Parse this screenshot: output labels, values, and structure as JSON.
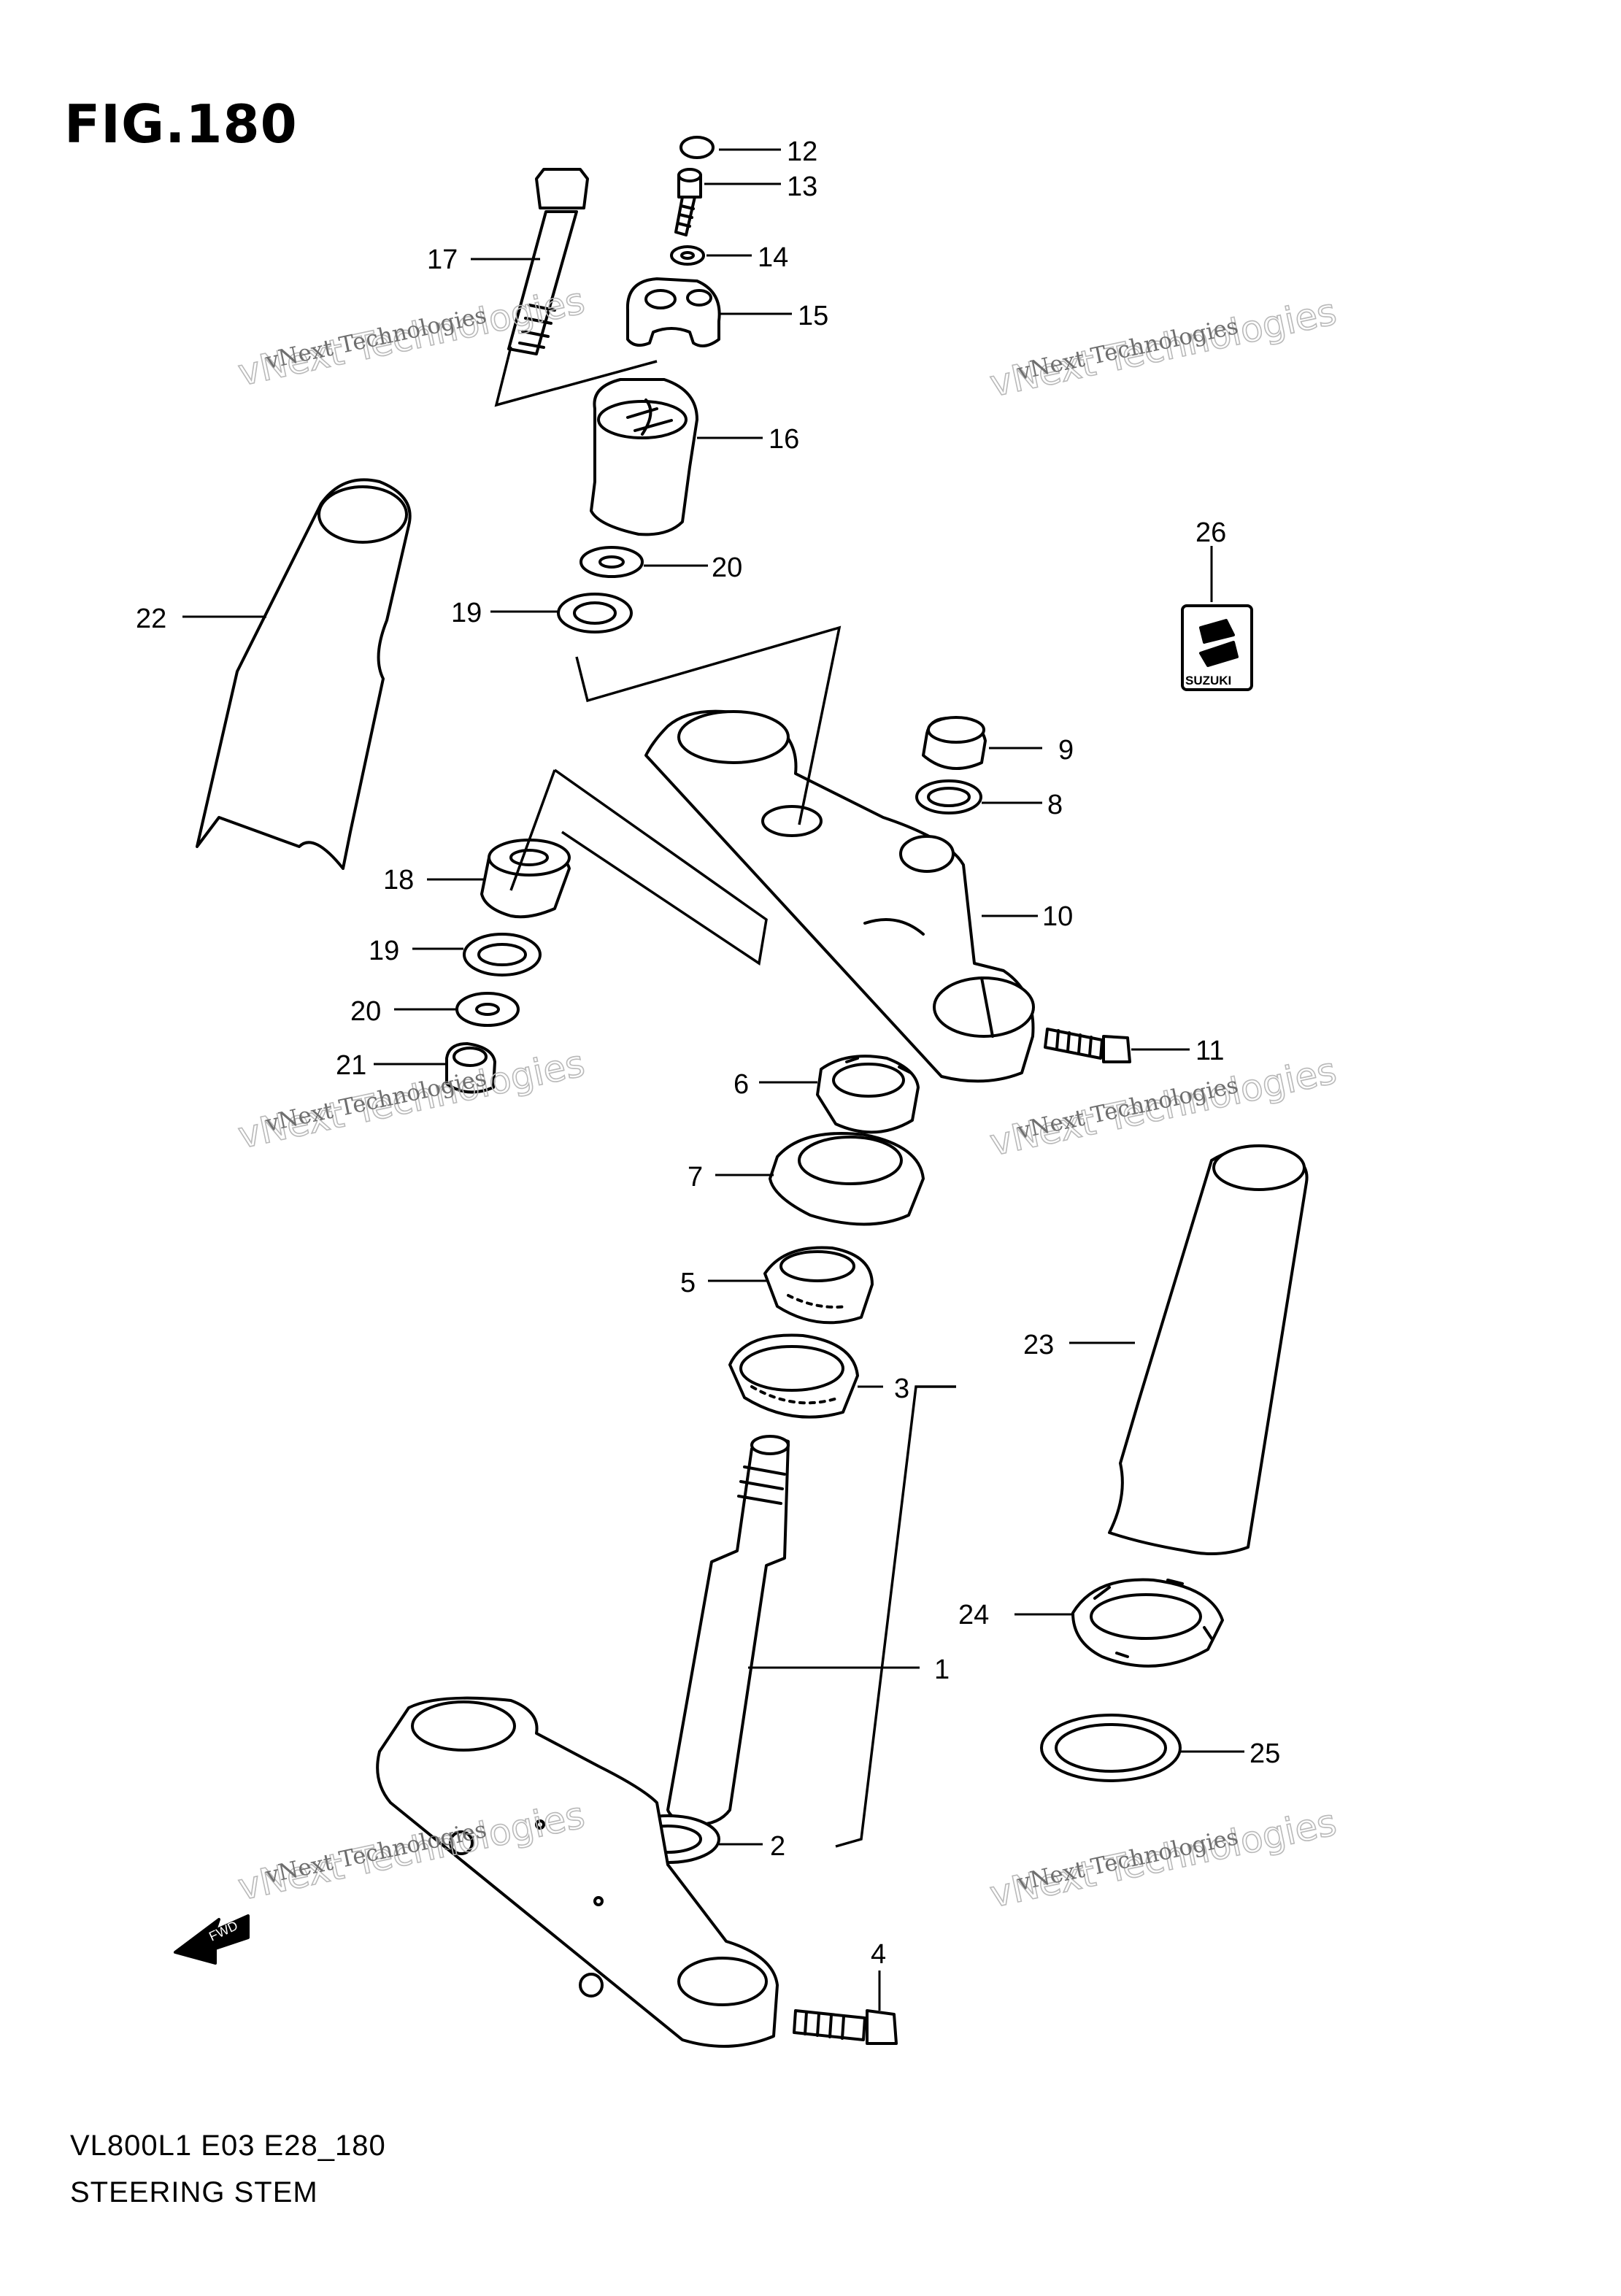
{
  "figure": {
    "title": "FIG.180",
    "code": "VL800L1 E03 E28_180",
    "name": "STEERING STEM"
  },
  "callouts": [
    {
      "id": "12",
      "label": "12",
      "part": "cap"
    },
    {
      "id": "13",
      "label": "13",
      "part": "bolt"
    },
    {
      "id": "14",
      "label": "14",
      "part": "washer"
    },
    {
      "id": "15",
      "label": "15",
      "part": "handlebar-holder-upper"
    },
    {
      "id": "16",
      "label": "16",
      "part": "handlebar-holder-lower"
    },
    {
      "id": "17",
      "label": "17",
      "part": "long-bolt"
    },
    {
      "id": "20a",
      "label": "20",
      "part": "washer"
    },
    {
      "id": "19a",
      "label": "19",
      "part": "washer"
    },
    {
      "id": "22",
      "label": "22",
      "part": "fork-cover-left"
    },
    {
      "id": "26",
      "label": "26",
      "part": "emblem"
    },
    {
      "id": "9",
      "label": "9",
      "part": "cap-nut"
    },
    {
      "id": "8",
      "label": "8",
      "part": "washer"
    },
    {
      "id": "10",
      "label": "10",
      "part": "upper-bracket"
    },
    {
      "id": "18",
      "label": "18",
      "part": "cushion"
    },
    {
      "id": "19b",
      "label": "19",
      "part": "washer"
    },
    {
      "id": "20b",
      "label": "20",
      "part": "washer"
    },
    {
      "id": "21",
      "label": "21",
      "part": "nut"
    },
    {
      "id": "11",
      "label": "11",
      "part": "pinch-bolt"
    },
    {
      "id": "6",
      "label": "6",
      "part": "stem-nut"
    },
    {
      "id": "7",
      "label": "7",
      "part": "dust-seal"
    },
    {
      "id": "5",
      "label": "5",
      "part": "upper-bearing"
    },
    {
      "id": "3",
      "label": "3",
      "part": "lower-bearing"
    },
    {
      "id": "23",
      "label": "23",
      "part": "fork-cover-right"
    },
    {
      "id": "24",
      "label": "24",
      "part": "lock-nut"
    },
    {
      "id": "1",
      "label": "1",
      "part": "steering-stem"
    },
    {
      "id": "25",
      "label": "25",
      "part": "washer"
    },
    {
      "id": "2",
      "label": "2",
      "part": "dust-seal"
    },
    {
      "id": "4",
      "label": "4",
      "part": "pinch-bolt"
    }
  ],
  "watermark": {
    "line1": "vNext Technologies",
    "line2": "vNext Technologies"
  },
  "emblem_text": "SUZUKI",
  "arrow_text": "FWD",
  "colors": {
    "line": "#000000",
    "watermark": "#b9b9b9",
    "background": "#ffffff"
  }
}
